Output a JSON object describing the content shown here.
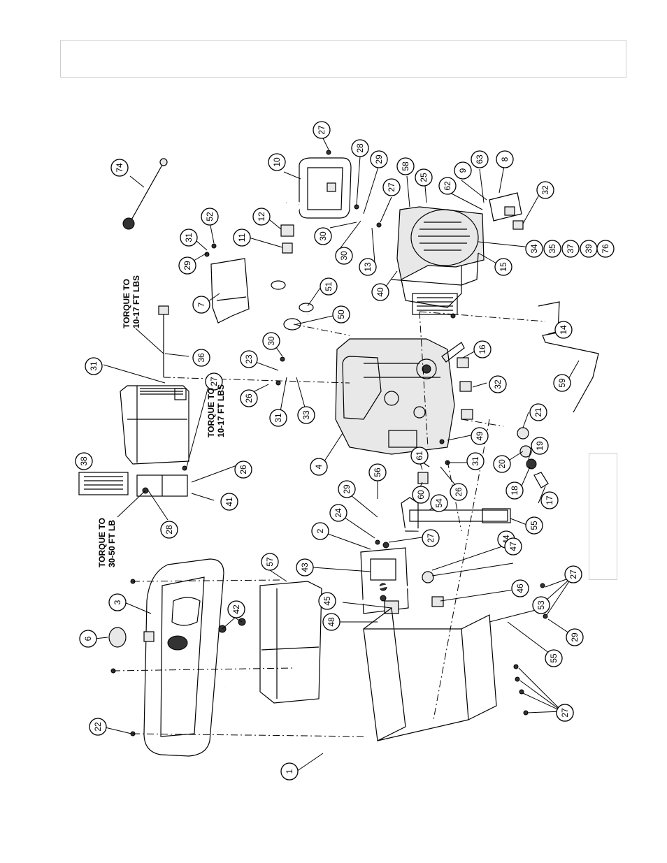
{
  "notes": [
    {
      "id": "n1",
      "lines": [
        "TORQUE TO",
        "10-17 FT LBS"
      ]
    },
    {
      "id": "n2",
      "lines": [
        "TORQUE TO",
        "10-17 FT LBS"
      ]
    },
    {
      "id": "n3",
      "lines": [
        "TORQUE TO",
        "30-50 FT LB"
      ]
    }
  ],
  "callouts": [
    "74",
    "27",
    "10",
    "28",
    "29",
    "58",
    "25",
    "63",
    "8",
    "9",
    "62",
    "27",
    "12",
    "52",
    "31",
    "29",
    "11",
    "30",
    "30",
    "32",
    "13",
    "34",
    "35",
    "37",
    "39",
    "76",
    "15",
    "40",
    "7",
    "51",
    "50",
    "36",
    "31",
    "30",
    "23",
    "26",
    "31",
    "33",
    "16",
    "32",
    "14",
    "59",
    "4",
    "27",
    "38",
    "26",
    "41",
    "28",
    "21",
    "20",
    "19",
    "18",
    "17",
    "49",
    "61",
    "60",
    "31",
    "26",
    "56",
    "29",
    "24",
    "2",
    "54",
    "27",
    "55",
    "44",
    "47",
    "43",
    "46",
    "53",
    "45",
    "48",
    "42",
    "3",
    "6",
    "57",
    "22",
    "1",
    "27",
    "27",
    "29",
    "55",
    "27"
  ]
}
